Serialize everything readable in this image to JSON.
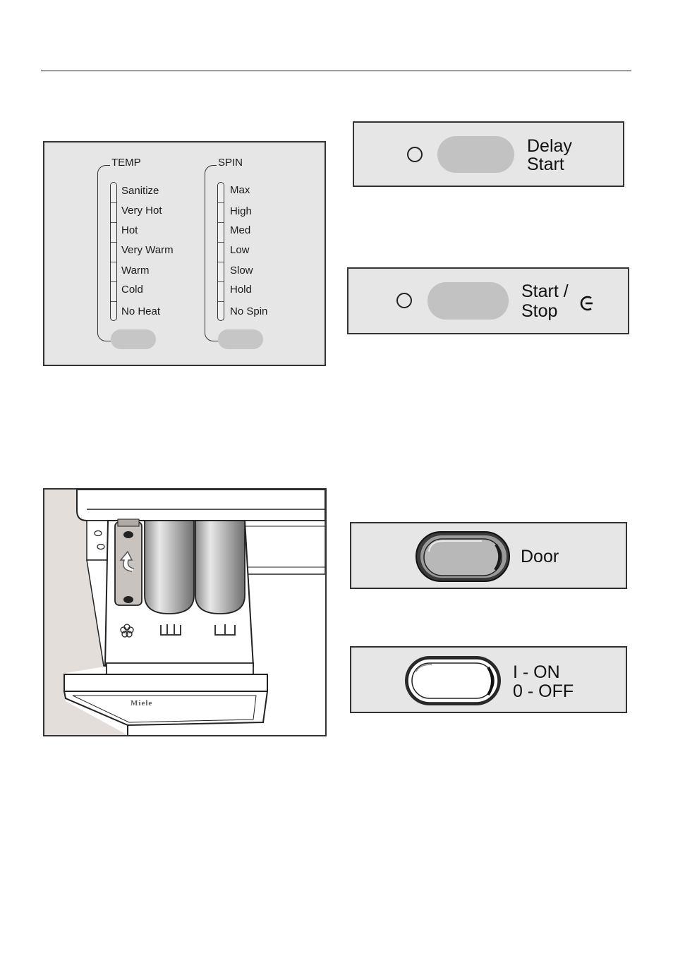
{
  "temp": {
    "title": "TEMP",
    "options": [
      "Sanitize",
      "Very Hot",
      "Hot",
      "Very Warm",
      "Warm",
      "Cold",
      "No Heat"
    ]
  },
  "spin": {
    "title": "SPIN",
    "options": [
      "Max",
      "High",
      "Med",
      "Low",
      "Slow",
      "Hold",
      "No Spin"
    ]
  },
  "delay_start": {
    "line1": "Delay",
    "line2": "Start"
  },
  "start_stop": {
    "line1": "Start /",
    "line2": "Stop",
    "icon": "power-standby-icon"
  },
  "door": {
    "label": "Door"
  },
  "power": {
    "line1": "I - ON",
    "line2": "0 - OFF"
  },
  "drawer": {
    "brand": "Miele",
    "compartment_icons": [
      "softener-flower-icon",
      "main-wash-icon",
      "pre-wash-icon"
    ],
    "colors": {
      "wall": "#e4dedb",
      "drawer": "#ffffff",
      "stroke": "#222222"
    }
  }
}
